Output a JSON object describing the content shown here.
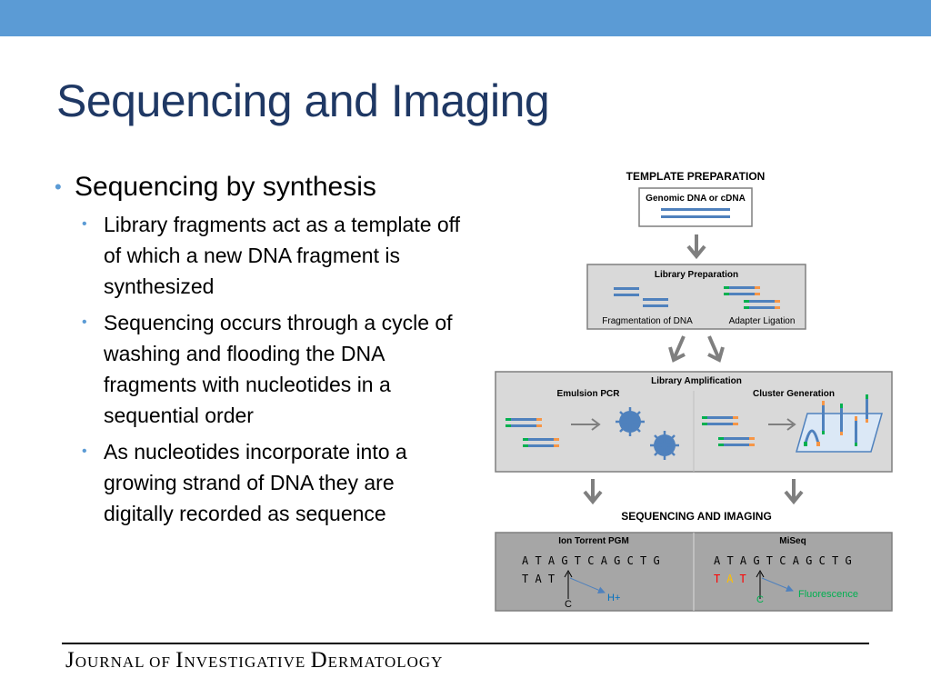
{
  "slide": {
    "title": "Sequencing and Imaging",
    "bullet_main": "Sequencing by synthesis",
    "sub_bullets": [
      "Library fragments act as a template off of which a new DNA fragment is synthesized",
      "Sequencing occurs through a cycle of washing and flooding the DNA fragments with nucleotides in a sequential order",
      "As nucleotides incorporate into a growing strand of DNA they are digitally recorded as sequence"
    ]
  },
  "diagram": {
    "template_preparation": "TEMPLATE PREPARATION",
    "genomic_dna": "Genomic DNA or cDNA",
    "library_preparation": "Library Preparation",
    "fragmentation": "Fragmentation of DNA",
    "adapter_ligation": "Adapter Ligation",
    "library_amplification": "Library Amplification",
    "emulsion_pcr": "Emulsion PCR",
    "cluster_generation": "Cluster Generation",
    "sequencing_imaging": "SEQUENCING AND IMAGING",
    "ion_torrent": "Ion Torrent PGM",
    "miseq": "MiSeq",
    "ion_seq": "A T A G T C A G C T G",
    "ion_read": "T A T",
    "ion_nucleotide": "C",
    "ion_signal": "H+",
    "miseq_seq": "A T A G T C A G C T G",
    "miseq_read": [
      "T",
      "A",
      "T"
    ],
    "miseq_nucleotide": "C",
    "miseq_signal": "Fluorescence"
  },
  "colors": {
    "header_bar": "#5b9bd5",
    "title": "#1f3864",
    "strand_blue": "#4f81bd",
    "adapter_green": "#00b050",
    "adapter_orange": "#f79646",
    "box_border": "#7f7f7f",
    "box_fill": "#d9d9d9",
    "signal_blue": "#0070c0",
    "signal_green": "#00b050",
    "read_red": "#ff0000",
    "read_yellow": "#ffc000"
  },
  "footer": {
    "journal": [
      "J",
      "OURNAL OF ",
      "I",
      "NVESTIGATIVE ",
      "D",
      "ERMATOLOGY"
    ]
  }
}
